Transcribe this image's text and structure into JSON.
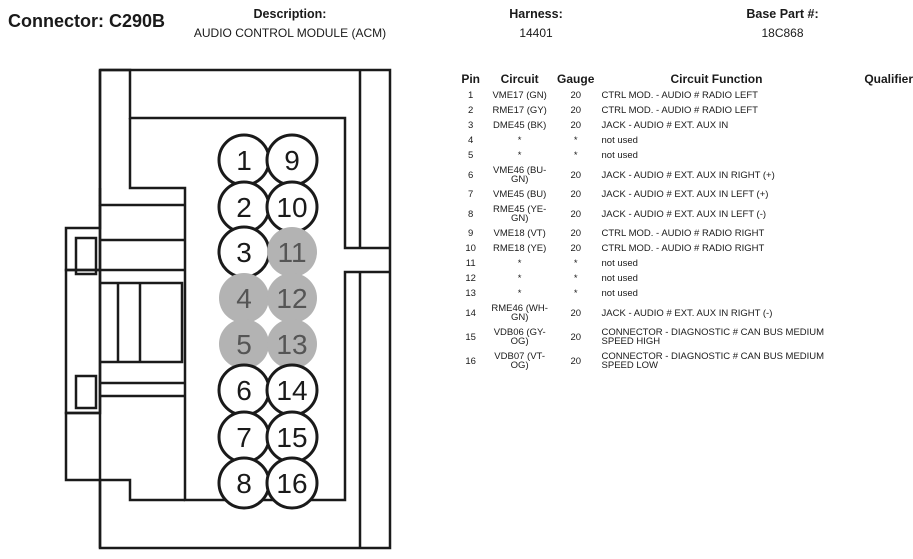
{
  "header": {
    "connector": "Connector: C290B",
    "description_label": "Description:",
    "description_value": "AUDIO CONTROL MODULE (ACM)",
    "harness_label": "Harness:",
    "harness_value": "14401",
    "base_part_label": "Base Part #:",
    "base_part_value": "18C868"
  },
  "table": {
    "headers": {
      "pin": "Pin",
      "circuit": "Circuit",
      "gauge": "Gauge",
      "function": "Circuit Function",
      "qualifier": "Qualifier"
    },
    "rows": [
      {
        "pin": "1",
        "circuit": "VME17 (GN)",
        "gauge": "20",
        "function": "CTRL MOD. - AUDIO # RADIO LEFT"
      },
      {
        "pin": "2",
        "circuit": "RME17 (GY)",
        "gauge": "20",
        "function": "CTRL MOD. - AUDIO # RADIO LEFT"
      },
      {
        "pin": "3",
        "circuit": "DME45 (BK)",
        "gauge": "20",
        "function": "JACK - AUDIO # EXT. AUX IN"
      },
      {
        "pin": "4",
        "circuit": "*",
        "gauge": "*",
        "function": "not used"
      },
      {
        "pin": "5",
        "circuit": "*",
        "gauge": "*",
        "function": "not used"
      },
      {
        "pin": "6",
        "circuit": "VME46 (BU-GN)",
        "gauge": "20",
        "function": "JACK - AUDIO # EXT. AUX IN RIGHT (+)"
      },
      {
        "pin": "7",
        "circuit": "VME45 (BU)",
        "gauge": "20",
        "function": "JACK - AUDIO # EXT. AUX IN LEFT (+)"
      },
      {
        "pin": "8",
        "circuit": "RME45 (YE-GN)",
        "gauge": "20",
        "function": "JACK - AUDIO # EXT. AUX IN LEFT (-)"
      },
      {
        "pin": "9",
        "circuit": "VME18 (VT)",
        "gauge": "20",
        "function": "CTRL MOD. - AUDIO # RADIO RIGHT"
      },
      {
        "pin": "10",
        "circuit": "RME18 (YE)",
        "gauge": "20",
        "function": "CTRL MOD. - AUDIO # RADIO RIGHT"
      },
      {
        "pin": "11",
        "circuit": "*",
        "gauge": "*",
        "function": "not used"
      },
      {
        "pin": "12",
        "circuit": "*",
        "gauge": "*",
        "function": "not used"
      },
      {
        "pin": "13",
        "circuit": "*",
        "gauge": "*",
        "function": "not used"
      },
      {
        "pin": "14",
        "circuit": "RME46 (WH-GN)",
        "gauge": "20",
        "function": "JACK - AUDIO # EXT. AUX IN RIGHT (-)"
      },
      {
        "pin": "15",
        "circuit": "VDB06 (GY-OG)",
        "gauge": "20",
        "function": "CONNECTOR - DIAGNOSTIC # CAN BUS MEDIUM SPEED HIGH"
      },
      {
        "pin": "16",
        "circuit": "VDB07 (VT-OG)",
        "gauge": "20",
        "function": "CONNECTOR - DIAGNOSTIC # CAN BUS MEDIUM SPEED LOW"
      }
    ]
  },
  "connector_pins": [
    {
      "label": "1",
      "used": true
    },
    {
      "label": "9",
      "used": true
    },
    {
      "label": "2",
      "used": true
    },
    {
      "label": "10",
      "used": true
    },
    {
      "label": "3",
      "used": true
    },
    {
      "label": "11",
      "used": false
    },
    {
      "label": "4",
      "used": false
    },
    {
      "label": "12",
      "used": false
    },
    {
      "label": "5",
      "used": false
    },
    {
      "label": "13",
      "used": false
    },
    {
      "label": "6",
      "used": true
    },
    {
      "label": "14",
      "used": true
    },
    {
      "label": "7",
      "used": true
    },
    {
      "label": "15",
      "used": true
    },
    {
      "label": "8",
      "used": true
    },
    {
      "label": "16",
      "used": true
    }
  ],
  "colors": {
    "line": "#1a1a1a",
    "unused_pin_fill": "#b3b3b3",
    "used_pin_fill": "#ffffff"
  }
}
